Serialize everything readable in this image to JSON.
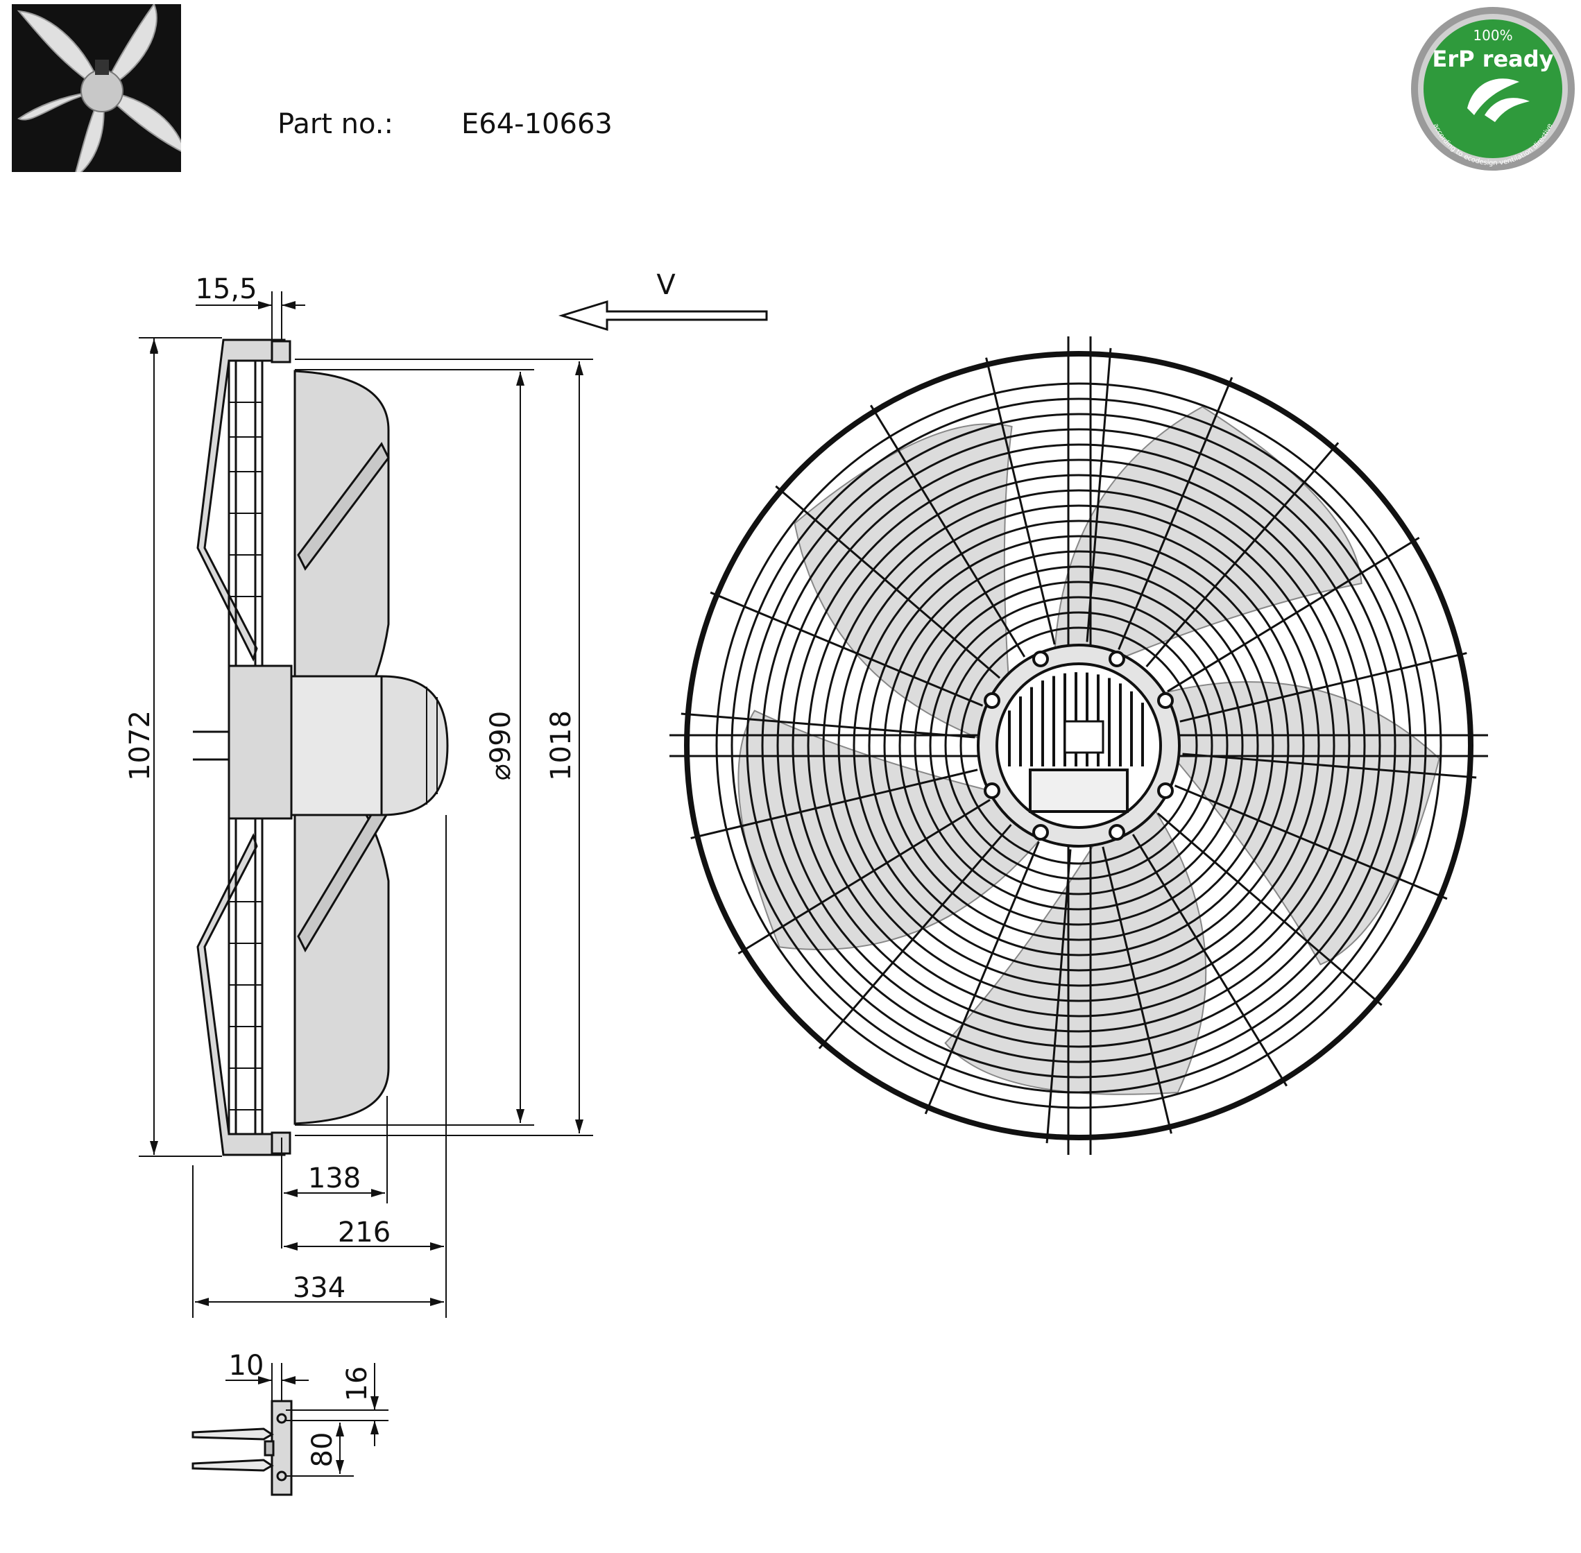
{
  "header": {
    "part_label": "Part no.:",
    "part_number": "E64-10663"
  },
  "badge": {
    "top_text": "100%",
    "main_text": "ErP ready",
    "ring_text": "according to ecodesign ventilation directive",
    "colors": {
      "ring": "#8e8e8e",
      "face": "#2f9a3c",
      "text": "#ffffff"
    }
  },
  "view_arrow": {
    "label": "V"
  },
  "dimensions": {
    "flange_thickness": "15,5",
    "overall_height": "1072",
    "impeller_diameter": "⌀990",
    "guard_height": "1018",
    "depth_138": "138",
    "depth_216": "216",
    "depth_334": "334",
    "foot_thickness": "10",
    "foot_hole_offset": "16",
    "foot_hole_spacing": "80"
  },
  "colors": {
    "line": "#111111",
    "fill_light": "#d9d9d9",
    "fill_mid": "#bdbdbd"
  }
}
